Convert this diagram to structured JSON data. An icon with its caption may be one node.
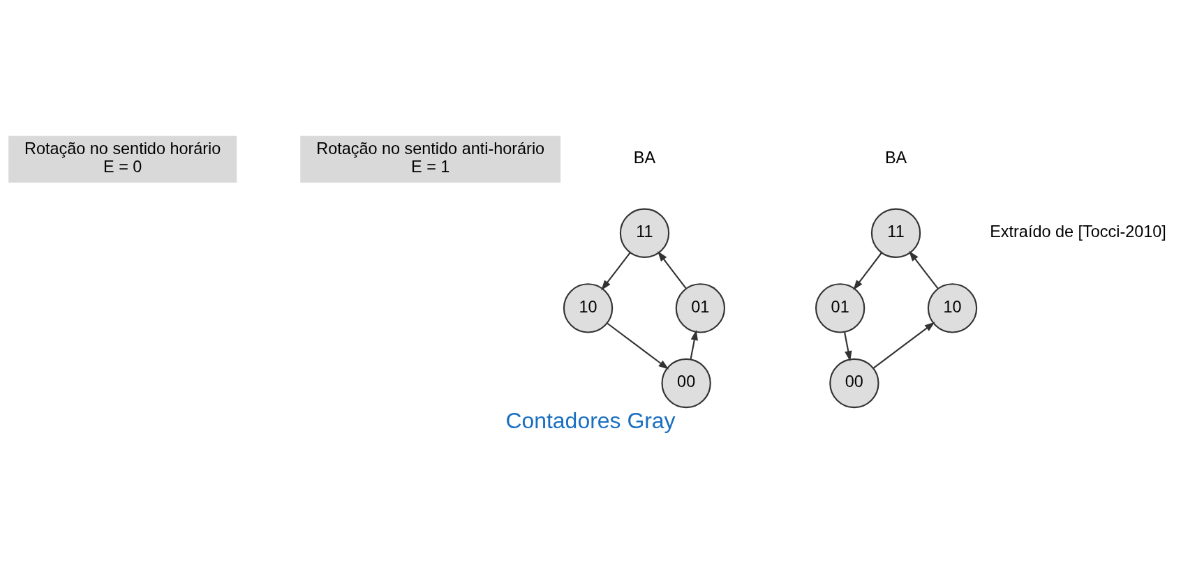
{
  "diagram": {
    "caption": "Contadores Gray",
    "nodes": [
      {
        "text": [
          "Rotação no sentido horário",
          "E = 0"
        ]
      },
      {
        "text": [
          "Rotação no sentido anti-horário",
          "E = 1"
        ]
      },
      {
        "text": [
          "11"
        ]
      },
      {
        "text": [
          "01"
        ]
      },
      {
        "text": [
          "10"
        ]
      },
      {
        "text": [
          "00"
        ]
      },
      {
        "text": [
          "11"
        ]
      },
      {
        "text": [
          "01"
        ]
      },
      {
        "text": [
          "10"
        ]
      },
      {
        "text": [
          "00"
        ]
      }
    ],
    "edges": [
      {
        "from": 2,
        "to": 4,
        "arrow": "to"
      },
      {
        "from": 4,
        "to": 5,
        "arrow": "to"
      },
      {
        "from": 5,
        "to": 3,
        "arrow": "to"
      },
      {
        "from": 3,
        "to": 2,
        "arrow": "to"
      },
      {
        "from": 6,
        "to": 7,
        "arrow": "to"
      },
      {
        "from": 7,
        "to": 9,
        "arrow": "to"
      },
      {
        "from": 9,
        "to": 8,
        "arrow": "to"
      },
      {
        "from": 8,
        "to": 6,
        "arrow": "to"
      }
    ],
    "labels": [
      "BA",
      "Extraído de [Tocci-2010]",
      "BA"
    ]
  }
}
